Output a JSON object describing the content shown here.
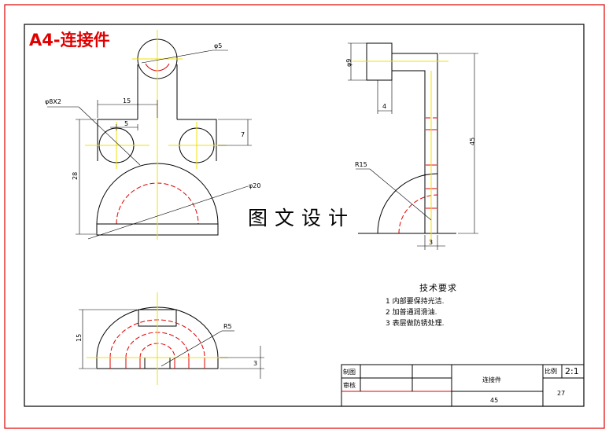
{
  "drawing": {
    "sheet_label": "A4-连接件",
    "watermark": "图文设计"
  },
  "dimensions": {
    "d_phi5": "φ5",
    "d_phi8x2": "φ8X2",
    "d_15": "15",
    "d_5": "5",
    "d_7": "7",
    "d_28": "28",
    "d_phi20": "φ20",
    "d_phi9": "φ9",
    "d_4": "4",
    "d_45": "45",
    "d_r15": "R15",
    "d_3_side": "3",
    "d_r5": "R5",
    "d_15_bottom": "15",
    "d_3_bottom": "3"
  },
  "requirements": {
    "heading": "技术要求",
    "items": [
      "1 内部要保持光洁.",
      "2 加普通润滑油.",
      "3 表层做防锈处理."
    ]
  },
  "title_block": {
    "drawn_label": "制图",
    "checked_label": "审核",
    "part_name": "连接件",
    "scale_label": "比例",
    "scale_value": "2:1",
    "material": "45",
    "sheet_no": "27"
  },
  "colors": {
    "border_red": "#e00000",
    "centerline": "#f0e000",
    "hidden_line": "#e00000"
  }
}
